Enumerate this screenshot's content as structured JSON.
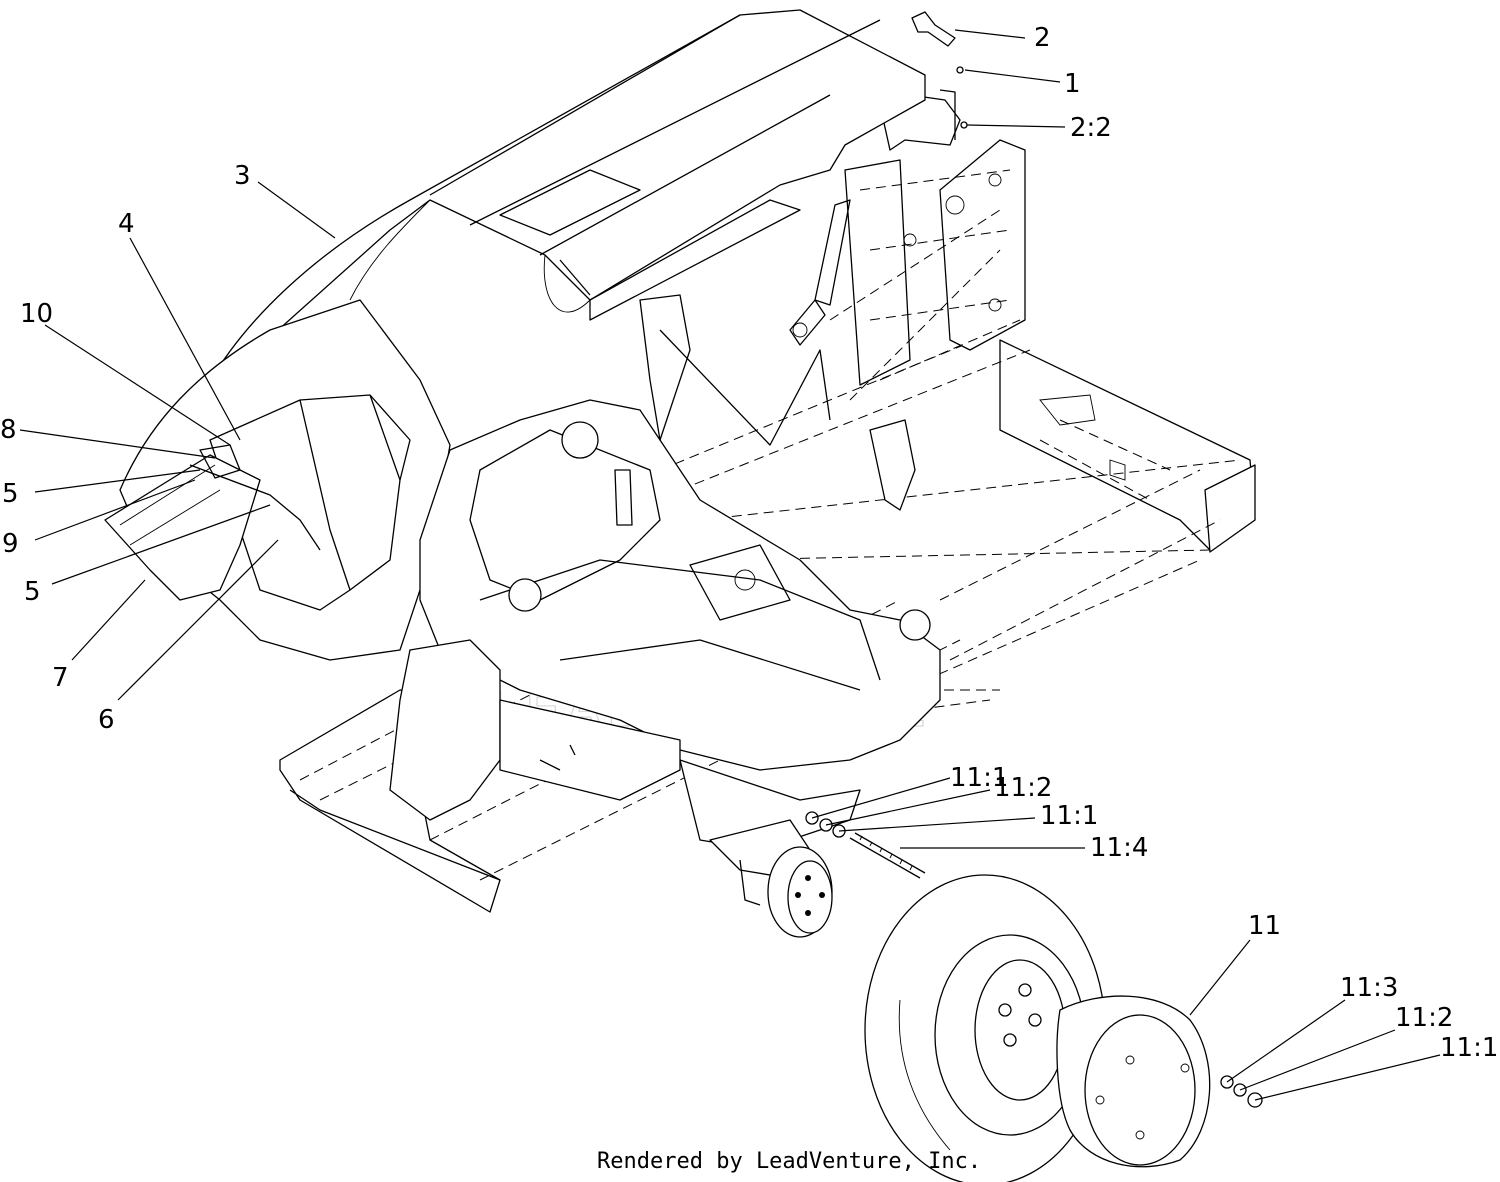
{
  "callouts": [
    {
      "id": "c-2-top",
      "text": "2"
    },
    {
      "id": "c-1",
      "text": "1"
    },
    {
      "id": "c-2-2",
      "text": "2:2"
    },
    {
      "id": "c-3",
      "text": "3"
    },
    {
      "id": "c-4",
      "text": "4"
    },
    {
      "id": "c-10",
      "text": "10"
    },
    {
      "id": "c-8",
      "text": "8"
    },
    {
      "id": "c-5-a",
      "text": "5"
    },
    {
      "id": "c-9",
      "text": "9"
    },
    {
      "id": "c-5-b",
      "text": "5"
    },
    {
      "id": "c-7",
      "text": "7"
    },
    {
      "id": "c-6",
      "text": "6"
    },
    {
      "id": "c-11-1-a",
      "text": "11:1"
    },
    {
      "id": "c-11-2-a",
      "text": "11:2"
    },
    {
      "id": "c-11-1-b",
      "text": "11:1"
    },
    {
      "id": "c-11-4",
      "text": "11:4"
    },
    {
      "id": "c-11",
      "text": "11"
    },
    {
      "id": "c-11-3",
      "text": "11:3"
    },
    {
      "id": "c-11-2-b",
      "text": "11:2"
    },
    {
      "id": "c-11-1-c",
      "text": "11:1"
    }
  ],
  "watermark": "LEADVENTURE",
  "footer": "Rendered by LeadVenture, Inc."
}
